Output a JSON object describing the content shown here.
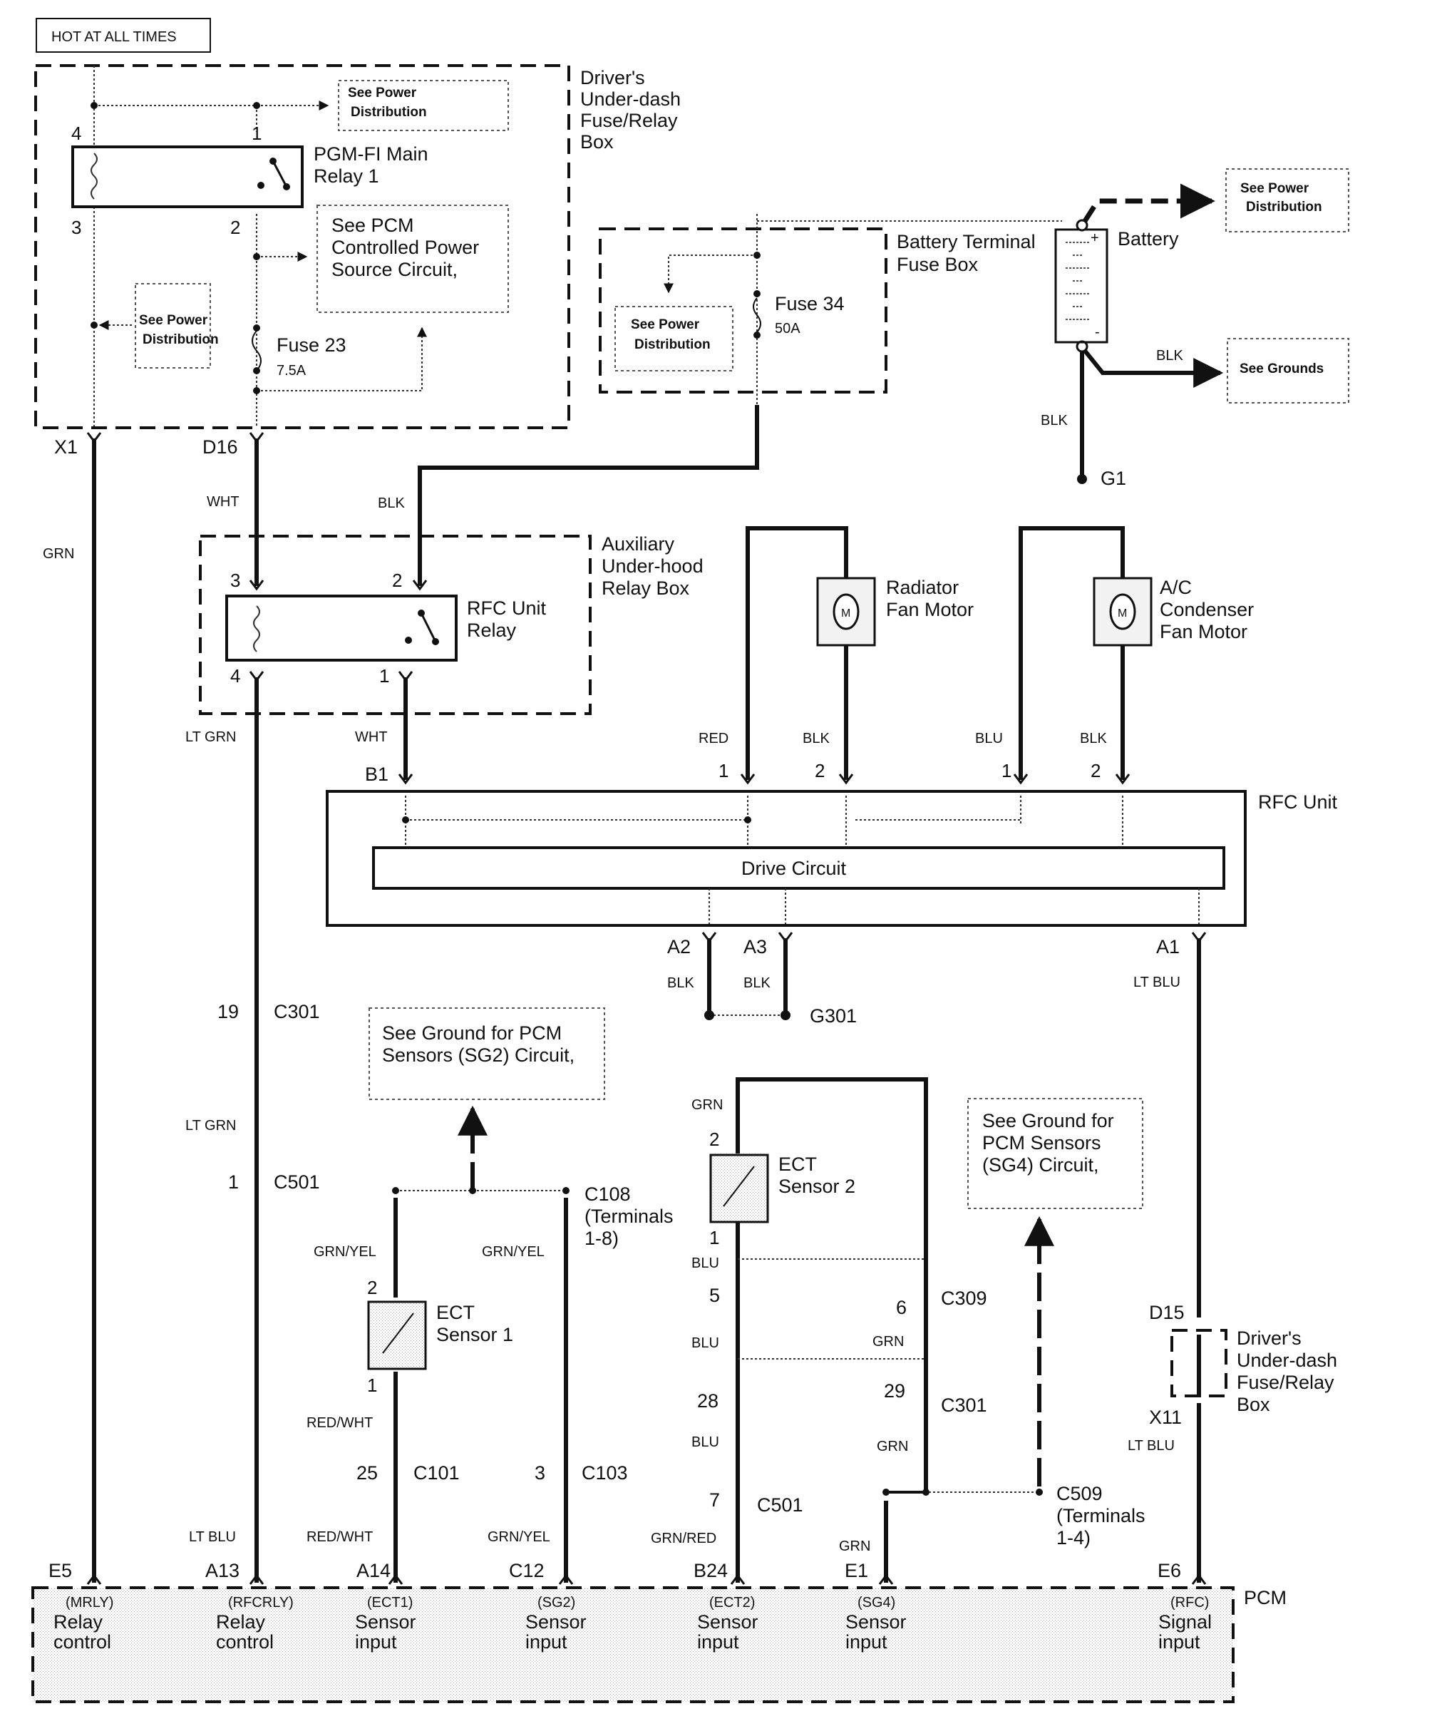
{
  "header": {
    "label": "HOT AT ALL TIMES"
  },
  "components": {
    "drivers_fuse_box": {
      "label": [
        "Driver's",
        "Under-dash",
        "Fuse/Relay",
        "Box"
      ]
    },
    "pgm_relay": {
      "label": [
        "PGM-FI Main",
        "Relay 1"
      ],
      "pins": [
        "4",
        "1",
        "3",
        "2"
      ]
    },
    "fuse23": {
      "name": "Fuse 23",
      "rating": "7.5A"
    },
    "fuse34": {
      "name": "Fuse 34",
      "rating": "50A"
    },
    "battery_fuse_box": {
      "label": [
        "Battery Terminal",
        "Fuse Box"
      ]
    },
    "battery": {
      "label": "Battery",
      "plus": "+",
      "minus": "-"
    },
    "ground_g1": "G1",
    "aux_relay_box": {
      "label": [
        "Auxiliary",
        "Under-hood",
        "Relay Box"
      ]
    },
    "rfc_relay": {
      "label": [
        "RFC Unit",
        "Relay"
      ],
      "pins": [
        "3",
        "2",
        "4",
        "1"
      ]
    },
    "radiator_fan": {
      "label": [
        "Radiator",
        "Fan Motor"
      ],
      "symbol": "M"
    },
    "ac_fan": {
      "label": [
        "A/C",
        "Condenser",
        "Fan Motor"
      ],
      "symbol": "M"
    },
    "rfc_unit": {
      "label": "RFC Unit",
      "drive_circuit": "Drive Circuit"
    },
    "ground_g301": "G301",
    "ect1": {
      "label": [
        "ECT",
        "Sensor 1"
      ],
      "pins": [
        "2",
        "1"
      ]
    },
    "ect2": {
      "label": [
        "ECT",
        "Sensor 2"
      ],
      "pins": [
        "2",
        "1"
      ]
    },
    "drivers_fuse_box2": {
      "label": [
        "Driver's",
        "Under-dash",
        "Fuse/Relay",
        "Box"
      ],
      "pin_top": "D15",
      "pin_bottom": "X11"
    },
    "pcm": {
      "label": "PCM"
    }
  },
  "references": {
    "power_dist": [
      "See Power",
      "Distribution"
    ],
    "pcm_power": [
      "See PCM",
      "Controlled Power",
      "Source Circuit,"
    ],
    "grounds": "See Grounds",
    "sg2": [
      "See Ground for PCM",
      "Sensors (SG2) Circuit,"
    ],
    "sg4": [
      "See Ground for",
      "PCM Sensors",
      "(SG4) Circuit,"
    ]
  },
  "connectors": {
    "x1": "X1",
    "d16": "D16",
    "b1": "B1",
    "a1": "A1",
    "a2": "A2",
    "a3": "A3",
    "c301a": {
      "pin": "19",
      "name": "C301"
    },
    "c501a": {
      "pin": "1",
      "name": "C501"
    },
    "c108": [
      "C108",
      "(Terminals",
      "1-8)"
    ],
    "c101": {
      "pin": "25",
      "name": "C101"
    },
    "c103": {
      "pin": "3",
      "name": "C103"
    },
    "c309": {
      "pin_left": "5",
      "pin_right": "6",
      "name": "C309"
    },
    "c301b": {
      "pin_left": "28",
      "pin_right": "29",
      "name": "C301"
    },
    "c501b": {
      "pin": "7",
      "name": "C501"
    },
    "c509": [
      "C509",
      "(Terminals",
      "1-4)"
    ],
    "fan_pins": [
      "1",
      "2",
      "1",
      "2"
    ]
  },
  "wires": {
    "grn": "GRN",
    "wht": "WHT",
    "blk": "BLK",
    "lt_grn": "LT GRN",
    "red": "RED",
    "blu": "BLU",
    "lt_blu": "LT BLU",
    "grn_yel": "GRN/YEL",
    "red_wht": "RED/WHT",
    "grn_red": "GRN/RED"
  },
  "pcm_terminals": [
    {
      "pin": "E5",
      "code": "(MRLY)",
      "line1": "Relay",
      "line2": "control"
    },
    {
      "pin": "A13",
      "code": "(RFCRLY)",
      "line1": "Relay",
      "line2": "control"
    },
    {
      "pin": "A14",
      "code": "(ECT1)",
      "line1": "Sensor",
      "line2": "input"
    },
    {
      "pin": "C12",
      "code": "(SG2)",
      "line1": "Sensor",
      "line2": "input"
    },
    {
      "pin": "B24",
      "code": "(ECT2)",
      "line1": "Sensor",
      "line2": "input"
    },
    {
      "pin": "E1",
      "code": "(SG4)",
      "line1": "Sensor",
      "line2": "input"
    },
    {
      "pin": "E6",
      "code": "(RFC)",
      "line1": "Signal",
      "line2": "input"
    }
  ]
}
